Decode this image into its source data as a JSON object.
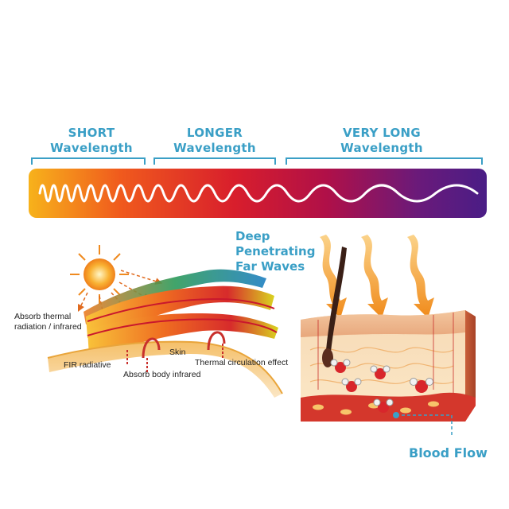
{
  "spectrum": {
    "bands": [
      {
        "line1": "SHORT",
        "line2": "Wavelength"
      },
      {
        "line1": "LONGER",
        "line2": "Wavelength"
      },
      {
        "line1": "VERY LONG",
        "line2": "Wavelength"
      }
    ],
    "gradient_colors": [
      "#f7b21b",
      "#f05a1d",
      "#d81e2c",
      "#b01048",
      "#6a1a7a",
      "#4a1d86"
    ]
  },
  "absorption_diagram": {
    "labels": {
      "absorb_thermal": "Absorb thermal\nradiation / infrared",
      "skin": "Skin",
      "fir_radiative": "FIR radiative",
      "thermal_circulation": "Thermal circulation effect",
      "absorb_body": "Absorb body infrared"
    }
  },
  "skin_section": {
    "title_lines": [
      "Deep",
      "Penetrating",
      "Far Waves"
    ],
    "blood_flow_label": "Blood Flow",
    "accent_color": "#3a9fc6"
  }
}
